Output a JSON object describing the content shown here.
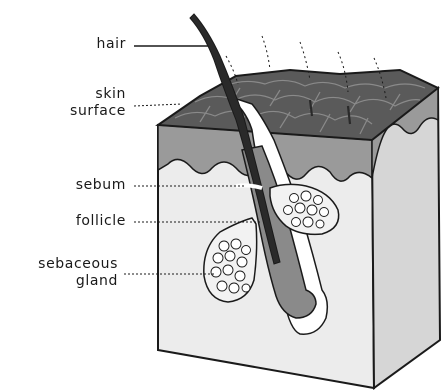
{
  "labels": {
    "hair": "hair",
    "skin_surface_line1": "skin",
    "skin_surface_line2": "surface",
    "sebum": "sebum",
    "follicle": "follicle",
    "sebaceous_gland_line1": "sebaceous",
    "sebaceous_gland_line2": "gland"
  },
  "colors": {
    "outline": "#1a1a1a",
    "skin_surface": "#5a5a5a",
    "epidermis": "#9a9a9a",
    "block_front": "#ececec",
    "block_side": "#d6d6d6",
    "follicle_fill": "#8a8a8a",
    "gland_fill": "#f2f2f2",
    "hair": "#2a2a2a"
  }
}
